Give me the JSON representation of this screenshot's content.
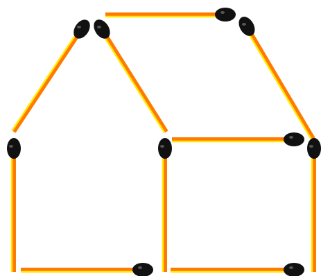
{
  "puzzle": {
    "type": "matchstick-puzzle",
    "figure": "house",
    "match_count": 10,
    "colors": {
      "background": "#ffffff",
      "stick_main": "#ff7a00",
      "stick_highlight": "#ffe800",
      "match_head": "#111111"
    }
  }
}
